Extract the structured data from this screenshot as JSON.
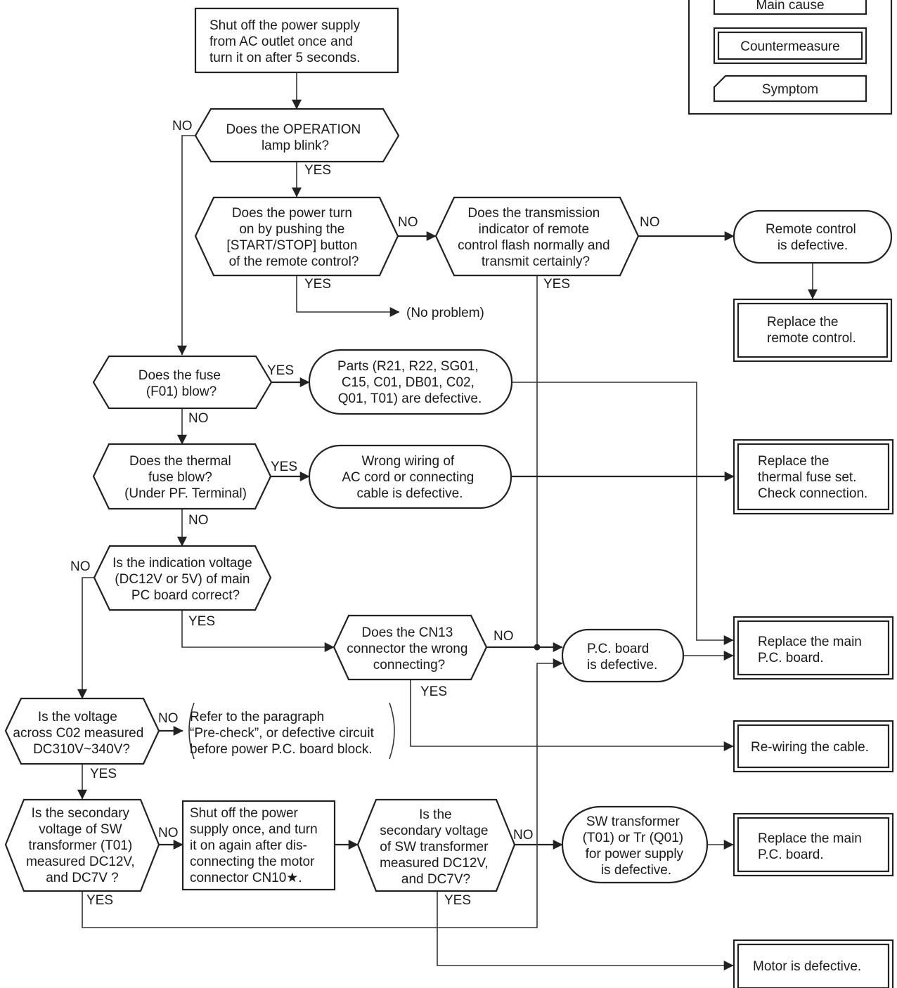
{
  "legend": {
    "main_cause": "Main cause",
    "countermeasure": "Countermeasure",
    "symptom": "Symptom"
  },
  "steps": {
    "start": [
      "Shut off the power supply",
      "from AC outlet once and",
      "turn it on after 5 seconds."
    ],
    "q_operation": [
      "Does the OPERATION",
      "lamp blink?"
    ],
    "q_power": [
      "Does the power turn",
      "on by pushing the",
      "[START/STOP] button",
      "of  the remote control?"
    ],
    "q_transmission": [
      "Does the transmission",
      "indicator of remote",
      "control flash normally and",
      "transmit certainly?"
    ],
    "c_remote": [
      "Remote control",
      "is defective."
    ],
    "m_replace_remote": [
      "Replace the",
      "remote control."
    ],
    "no_problem": "(No problem)",
    "q_fuse": [
      "Does the fuse",
      "(F01) blow?"
    ],
    "c_parts": [
      "Parts (R21, R22, SG01,",
      "C15, C01, DB01, C02,",
      "Q01, T01) are defective."
    ],
    "q_thermal": [
      "Does the thermal",
      "fuse blow?",
      "(Under PF. Terminal)"
    ],
    "c_wiring": [
      "Wrong wiring of",
      "AC cord or connecting",
      "cable is defective."
    ],
    "m_thermal": [
      "Replace the",
      "thermal fuse set.",
      "Check connection."
    ],
    "q_indication": [
      "Is the indication voltage",
      "(DC12V or 5V) of main",
      "PC board correct?"
    ],
    "q_cn13": [
      "Does the CN13",
      "connector the wrong",
      "connecting?"
    ],
    "c_pcboard": [
      "P.C. board",
      "is defective."
    ],
    "m_replace_main_1": [
      "Replace the main",
      "P.C. board."
    ],
    "q_c02": [
      "Is the voltage",
      "across C02 measured",
      "DC310V~340V?"
    ],
    "note_precheck": [
      "Refer to the paragraph",
      "“Pre-check”, or defective circuit",
      "before power P.C. board block."
    ],
    "m_rewire": "Re-wiring the cable.",
    "q_secondary_1": [
      "Is the secondary",
      "voltage of SW",
      "transformer (T01)",
      "measured DC12V,",
      "and DC7V ?"
    ],
    "step_shutoff": [
      "Shut off the power",
      "supply once, and turn",
      "it on again after dis-",
      "connecting the motor",
      "connector CN10★."
    ],
    "q_secondary_2": [
      "Is the",
      "secondary voltage",
      "of SW transformer",
      "measured DC12V,",
      "and DC7V?"
    ],
    "c_sw_transformer": [
      "SW transformer",
      "(T01) or Tr (Q01)",
      "for power supply",
      "is defective."
    ],
    "m_replace_main_2": [
      "Replace the main",
      "P.C. board."
    ],
    "m_motor": "Motor is defective."
  },
  "answers": {
    "yes": "YES",
    "no": "NO"
  }
}
